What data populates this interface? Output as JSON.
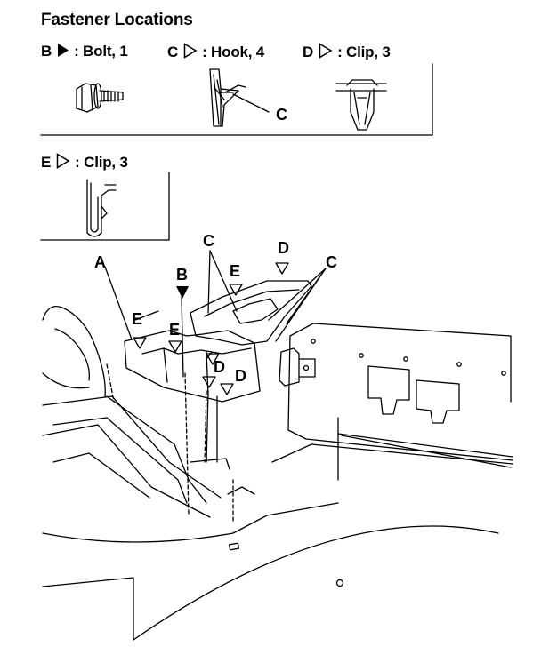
{
  "title": "Fastener Locations",
  "legend": {
    "b": {
      "letter": "B",
      "text": ": Bolt, 1"
    },
    "c": {
      "letter": "C",
      "text": ": Hook, 4"
    },
    "d": {
      "letter": "D",
      "text": ": Clip, 3"
    },
    "e": {
      "letter": "E",
      "text": ": Clip, 3"
    }
  },
  "callouts": {
    "hook_detail_c": "C",
    "a": "A",
    "b": "B",
    "c_top": "C",
    "c_right": "C",
    "d_top": "D",
    "d_mid1": "D",
    "d_mid2": "D",
    "e_top": "E",
    "e_left1": "E",
    "e_left2": "E"
  }
}
